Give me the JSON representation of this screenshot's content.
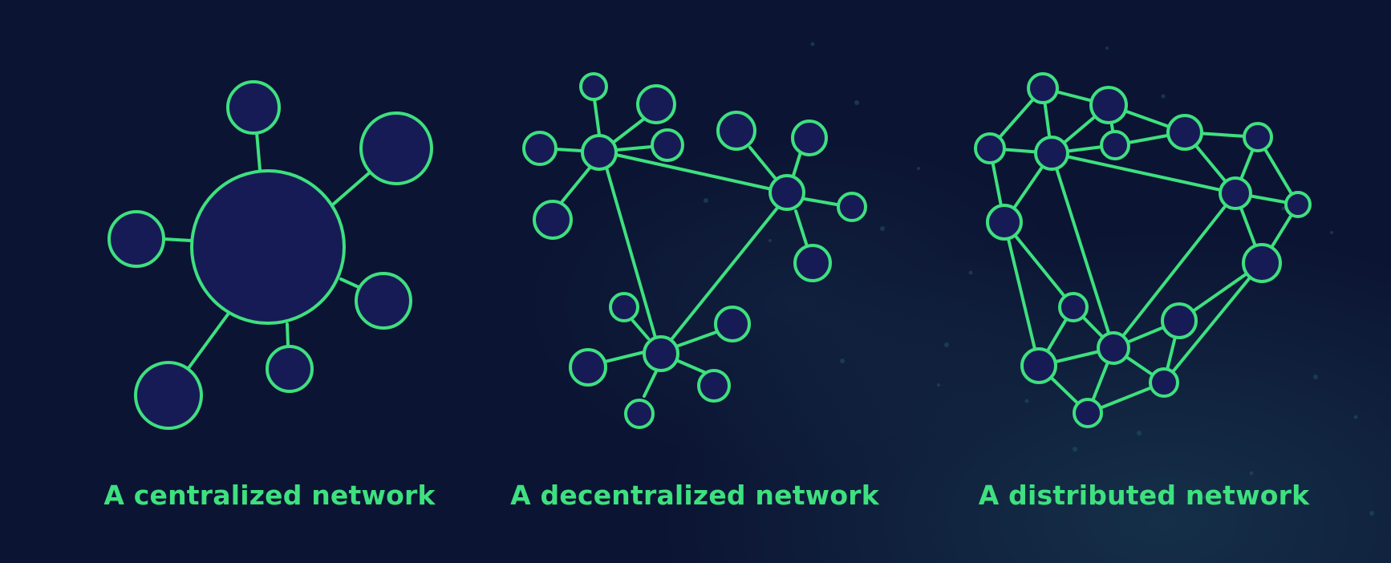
{
  "colors": {
    "background": "#0b1433",
    "accent": "#3ee07f",
    "node_fill": "#171b55"
  },
  "captions": {
    "centralized": "A centralized network",
    "decentralized": "A decentralized network",
    "distributed": "A distributed network"
  }
}
